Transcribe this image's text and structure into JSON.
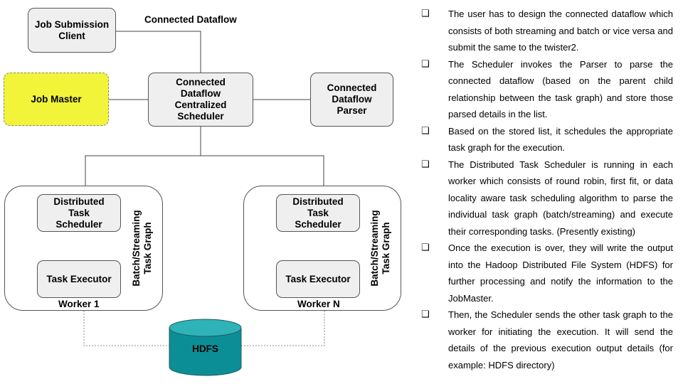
{
  "diagram": {
    "job_submission_client": "Job Submission\nClient",
    "connected_dataflow_label": "Connected Dataflow",
    "job_master": "Job Master",
    "centralized_scheduler": "Connected\nDataflow\nCentralized\nScheduler",
    "dataflow_parser": "Connected\nDataflow\nParser",
    "workers": [
      {
        "name": "Worker 1",
        "task_scheduler": "Distributed\nTask\nScheduler",
        "task_executor": "Task Executor",
        "graph_label": "Batch/Streaming\nTask Graph"
      },
      {
        "name": "Worker N",
        "task_scheduler": "Distributed\nTask\nScheduler",
        "task_executor": "Task Executor",
        "graph_label": "Batch/Streaming\nTask Graph"
      }
    ],
    "hdfs": "HDFS",
    "colors": {
      "box_fill": "#efefef",
      "job_master_fill": "#f2f43a",
      "hdfs_fill": "#0c8e96",
      "hdfs_top": "#2fb3b8"
    }
  },
  "notes": {
    "bullet_glyph": "❑",
    "items": [
      "The user has to design the connected dataflow which consists of both streaming and batch or vice versa and submit the same to the twister2.",
      "The Scheduler invokes the Parser to parse the connected dataflow (based on the parent child relationship between the task graph) and store those parsed details in the list.",
      "Based on the stored list, it schedules the appropriate task graph for the execution.",
      "The Distributed Task Scheduler is running in each worker which consists of round robin, first fit, or data locality aware task scheduling algorithm to parse the individual task graph (batch/streaming) and execute their corresponding tasks. (Presently existing)",
      "Once the execution is over, they will write the output into the Hadoop Distributed File System (HDFS) for further processing and notify the information to the JobMaster.",
      "Then, the Scheduler sends the other task graph to the worker for initiating the execution. It will send the details of the previous execution output details (for example: HDFS directory)"
    ]
  }
}
